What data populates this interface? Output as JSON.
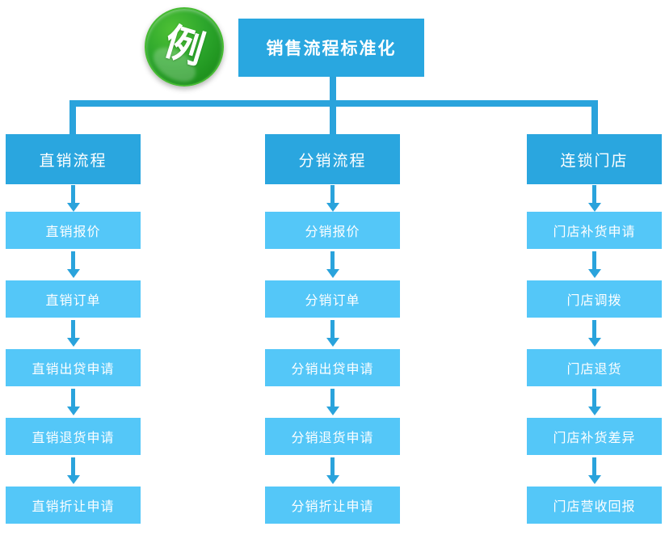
{
  "badge": {
    "label": "例"
  },
  "title": {
    "label": "销售流程标准化"
  },
  "colors": {
    "title_bg": "#29a7e0",
    "header_bg": "#2aa6df",
    "item_bg": "#54c7f8",
    "connector": "#2aa3dc",
    "badge_green": "#2ca62c"
  },
  "columns": [
    {
      "title": "直销流程",
      "items": [
        "直销报价",
        "直销订单",
        "直销出贷申请",
        "直销退货申请",
        "直销折让申请"
      ]
    },
    {
      "title": "分销流程",
      "items": [
        "分销报价",
        "分销订单",
        "分销出贷申请",
        "分销退货申请",
        "分销折让申请"
      ]
    },
    {
      "title": "连锁门店",
      "items": [
        "门店补货申请",
        "门店调拨",
        "门店退货",
        "门店补货差异",
        "门店营收回报"
      ]
    }
  ]
}
